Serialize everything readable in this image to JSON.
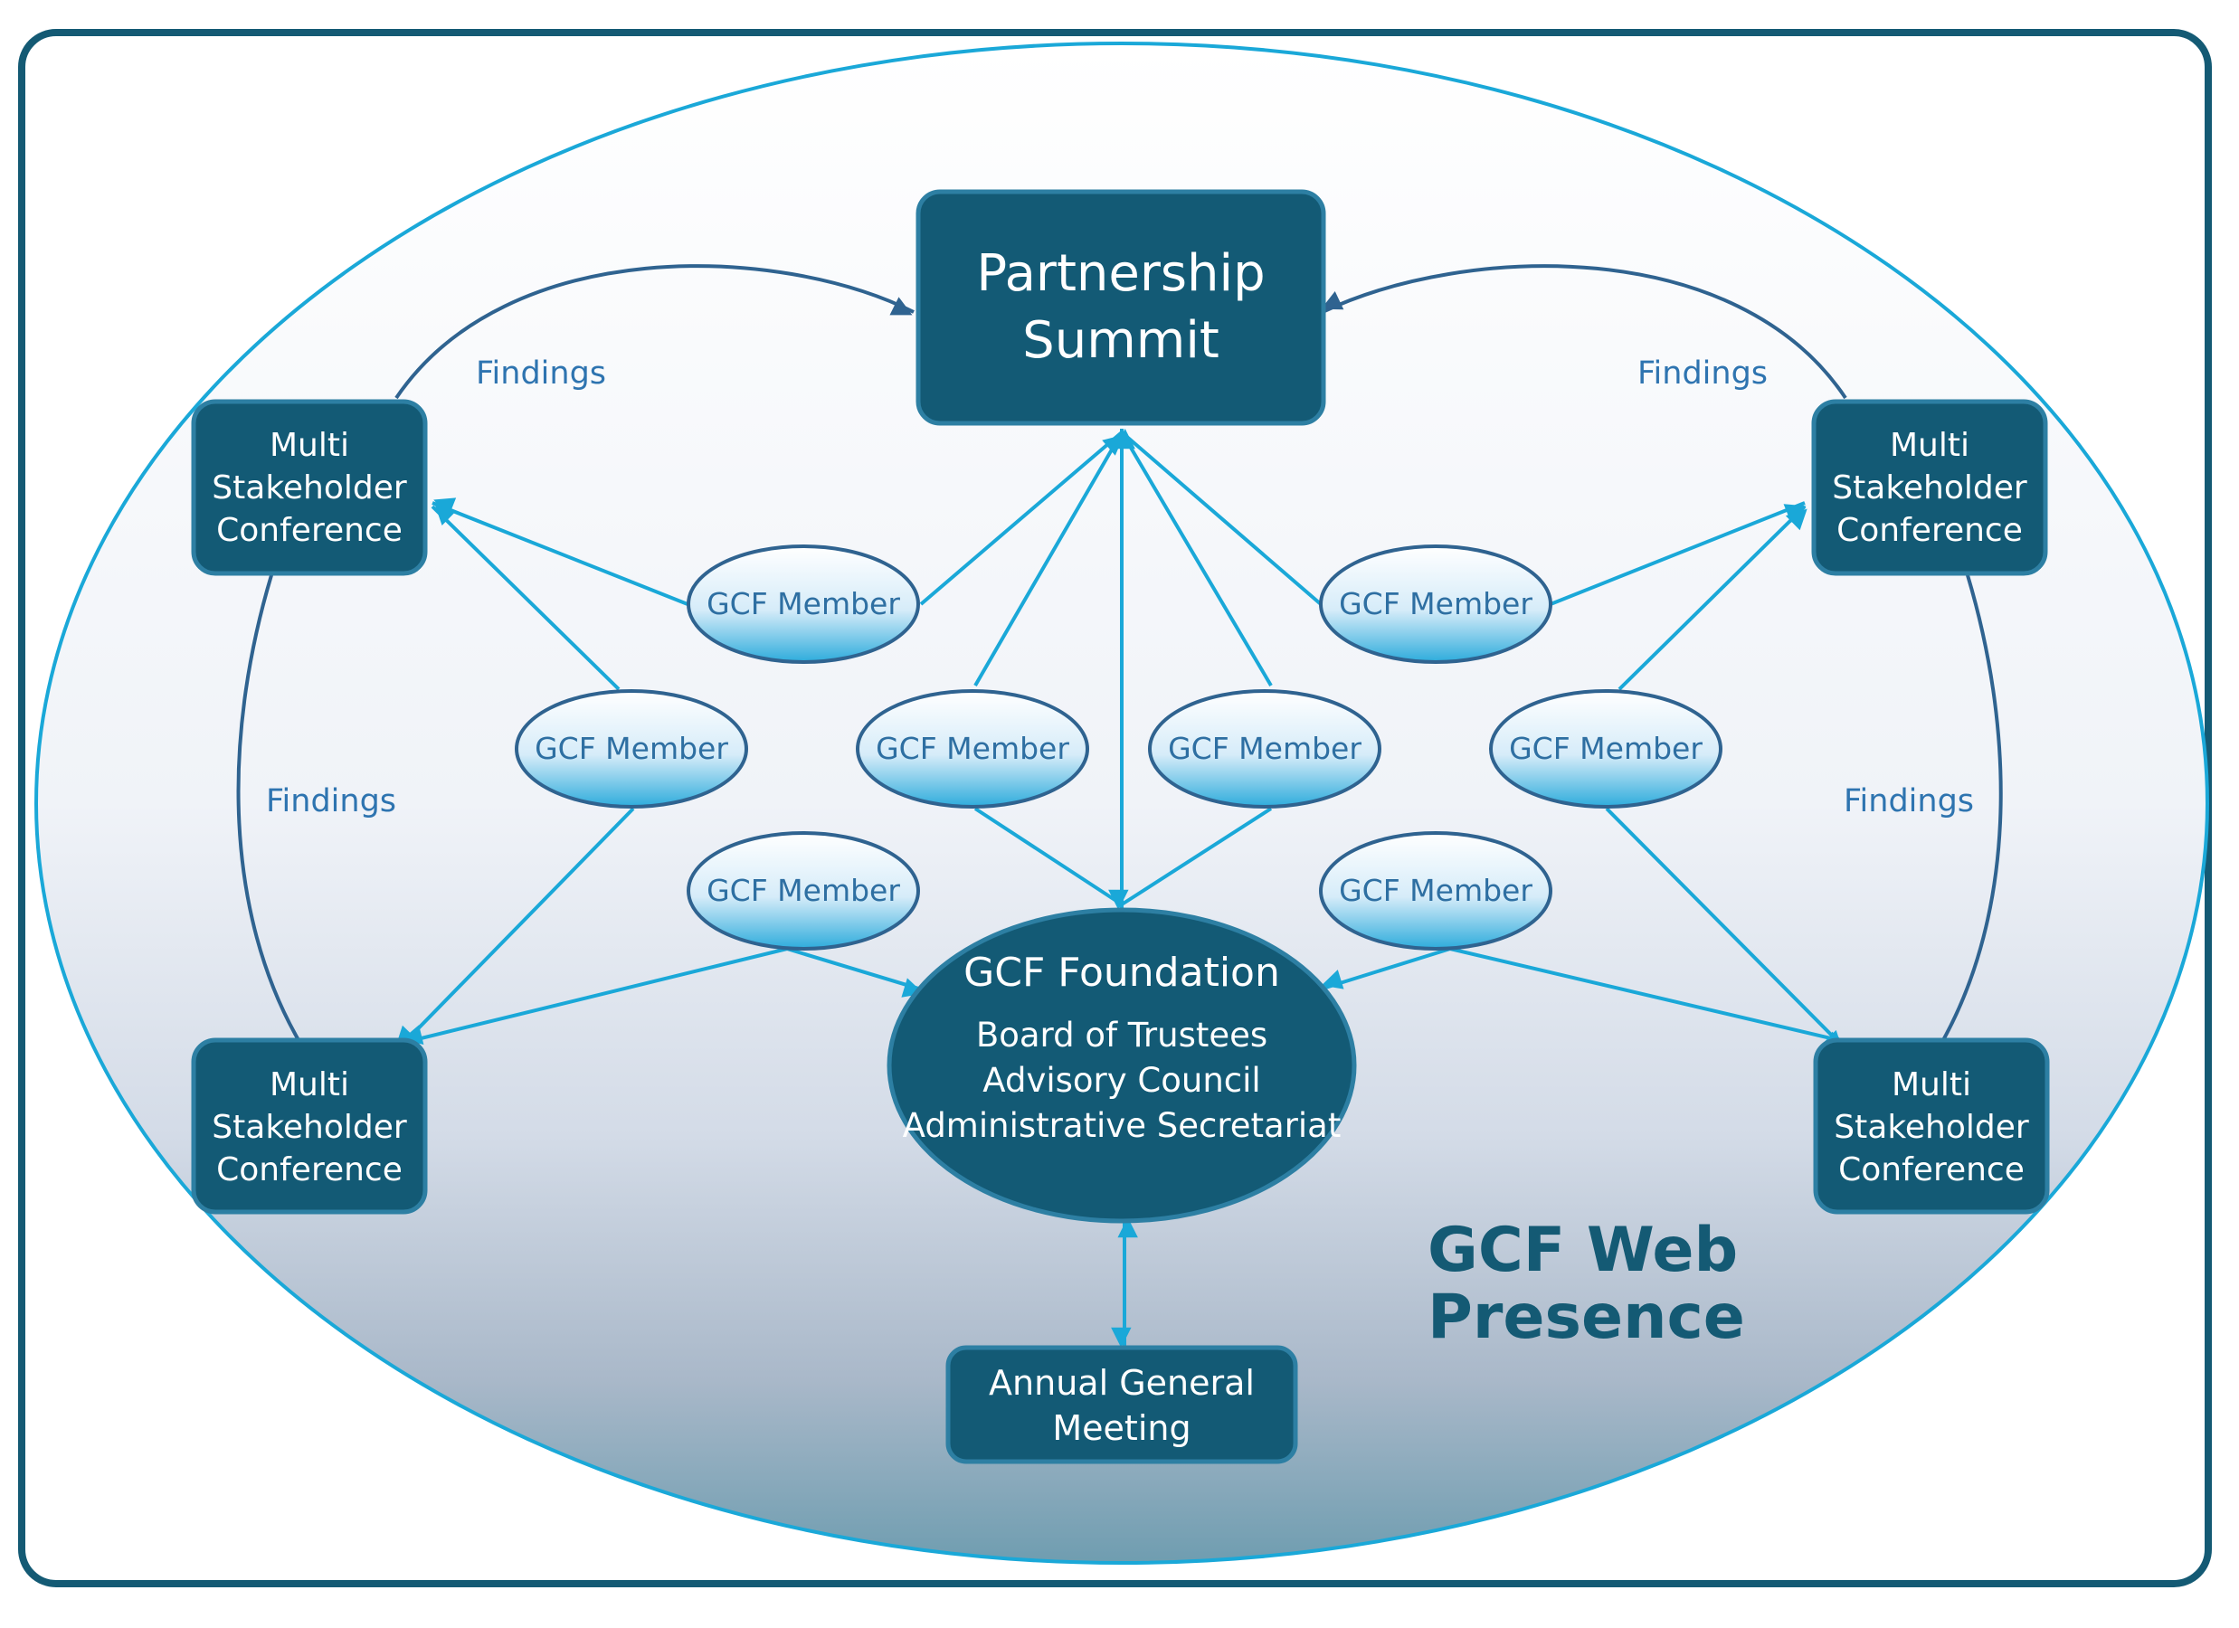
{
  "diagram": {
    "partnership_summit": {
      "line1": "Partnership",
      "line2": "Summit"
    },
    "foundation": {
      "title": "GCF Foundation",
      "items": [
        "Board of Trustees",
        "Advisory Council",
        "Administrative Secretariat"
      ]
    },
    "conference": {
      "line1": "Multi",
      "line2": "Stakeholder",
      "line3": "Conference"
    },
    "member_label": "GCF Member",
    "findings_label": "Findings",
    "agm": {
      "line1": "Annual General",
      "line2": "Meeting"
    },
    "web_presence": {
      "line1": "GCF Web",
      "line2": "Presence"
    },
    "colors": {
      "dark_teal": "#135a75",
      "cyan_arrow": "#1aa8d8",
      "navy_arrow": "#2f6390",
      "frame": "#145a74"
    }
  }
}
